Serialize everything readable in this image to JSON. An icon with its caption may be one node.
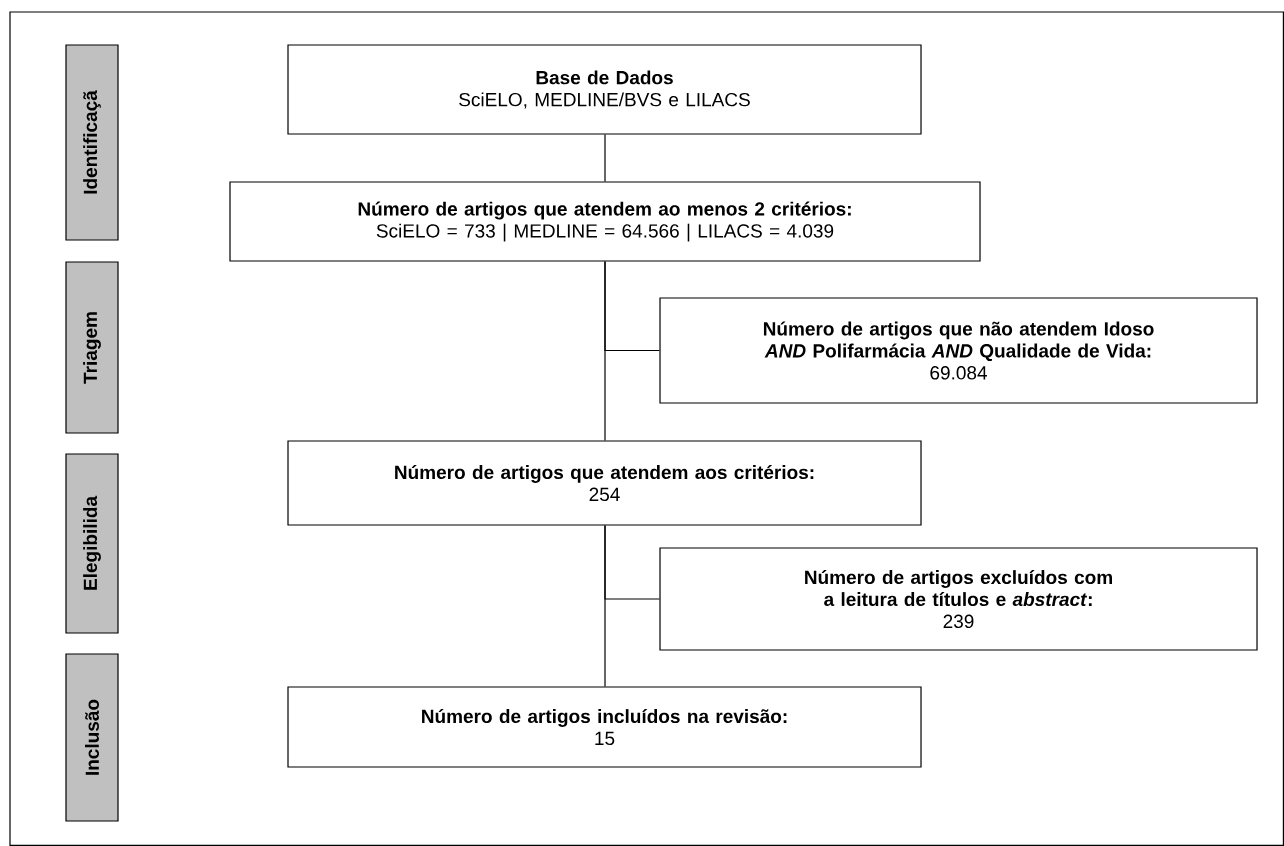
{
  "diagram": {
    "nodes": [
      {
        "text": [
          "Identificaçã"
        ]
      },
      {
        "text": [
          "Triagem"
        ]
      },
      {
        "text": [
          "Elegibilida"
        ]
      },
      {
        "text": [
          "Inclusão"
        ]
      },
      {
        "text": [
          "Base de Dados",
          "SciELO, MEDLINE/BVS e LILACS"
        ]
      },
      {
        "text": [
          "Número de artigos que atendem ao menos 2 critérios:",
          "SciELO = 733 | MEDLINE = 64.566 | LILACS = 4.039"
        ]
      },
      {
        "text": [
          "Número de artigos que não atendem Idoso *AND* Polifarmácia *AND* Qualidade de Vida:",
          "69.084"
        ]
      },
      {
        "text": [
          "Número de artigos que atendem aos critérios:",
          "254"
        ]
      },
      {
        "text": [
          "Número de artigos excluídos com a leitura de títulos e *abstract*:",
          "239"
        ]
      },
      {
        "text": [
          "Número de artigos incluídos na revisão:",
          "15"
        ]
      }
    ],
    "edges": [
      {
        "from": 4,
        "to": 5,
        "arrow": "none"
      },
      {
        "from": 5,
        "to": 6,
        "arrow": "none"
      },
      {
        "from": 5,
        "to": 7,
        "arrow": "none"
      },
      {
        "from": 7,
        "to": 8,
        "arrow": "none"
      },
      {
        "from": 7,
        "to": 9,
        "arrow": "none"
      }
    ]
  }
}
